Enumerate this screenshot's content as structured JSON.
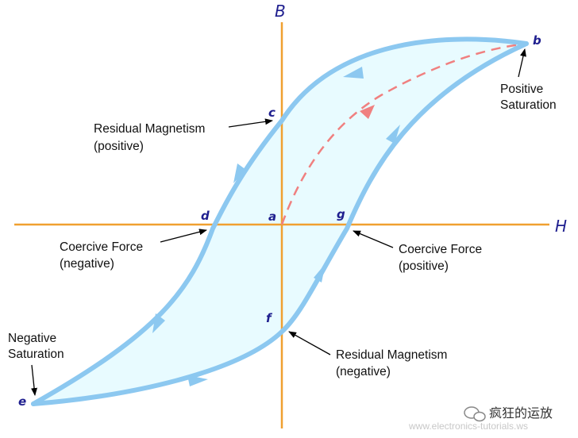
{
  "axes": {
    "vertical": "B",
    "horizontal": "H"
  },
  "points": {
    "a": "a",
    "b": "b",
    "c": "c",
    "d": "d",
    "e": "e",
    "f": "f",
    "g": "g"
  },
  "callouts": {
    "positive_saturation": [
      "Positive",
      "Saturation"
    ],
    "residual_positive": [
      "Residual Magnetism",
      "(positive)"
    ],
    "coercive_negative": [
      "Coercive Force",
      "(negative)"
    ],
    "coercive_positive": [
      "Coercive Force",
      "(positive)"
    ],
    "negative_saturation": [
      "Negative",
      "Saturation"
    ],
    "residual_negative": [
      "Residual Magnetism",
      "(negative)"
    ]
  },
  "watermark": {
    "text": "疯狂的运放",
    "url": "www.electronics-tutorials.ws"
  },
  "colors": {
    "axis": "#f0a030",
    "loop": "#8cc8f0",
    "fill": "#e8fbff",
    "initial_curve": "#f08080",
    "label": "#1f1f8f"
  }
}
